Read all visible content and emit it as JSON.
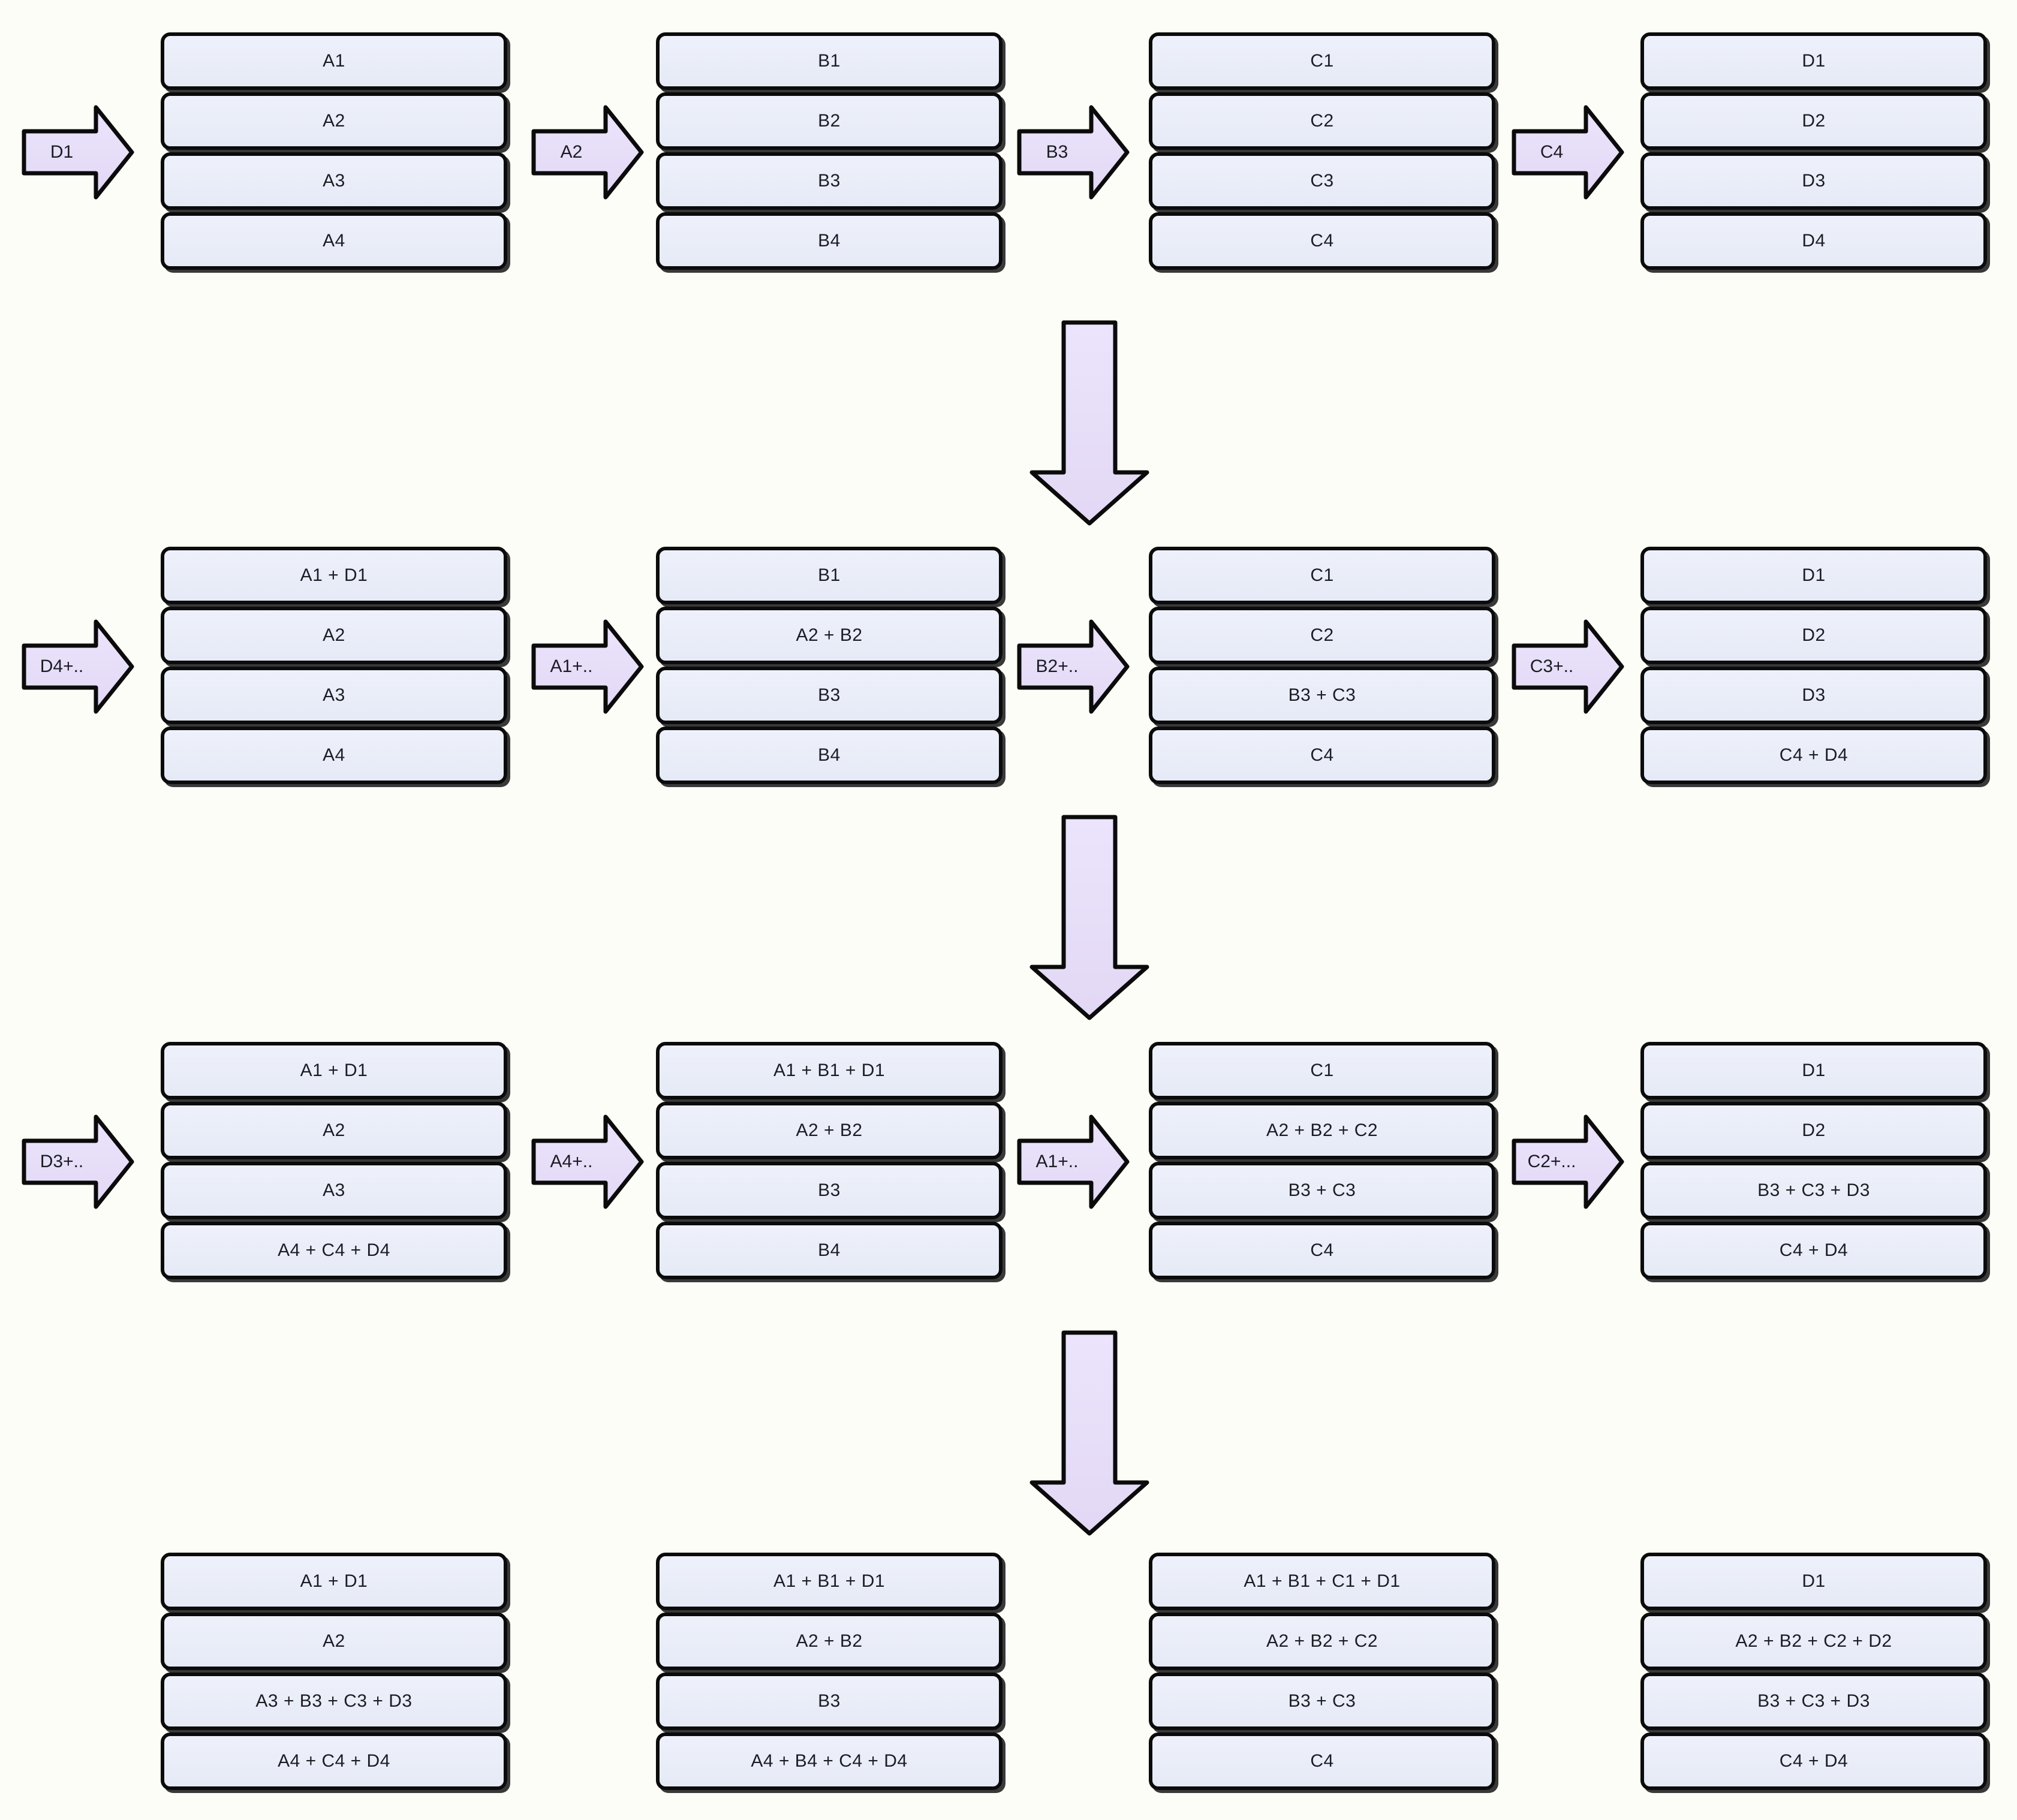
{
  "theme": {
    "bg": "#fdfdf7",
    "box1": "#eef1fb",
    "box2": "#e5eaf6",
    "arr1": "#ece4fc",
    "arr2": "#e2d8f5",
    "ink": "#0b0b0b",
    "text": "#1c1c24"
  },
  "stages": [
    {
      "arrows": [
        "D1",
        "A2",
        "B3",
        "C4"
      ],
      "machines": [
        {
          "cells": [
            "A1",
            "A2",
            "A3",
            "A4"
          ]
        },
        {
          "cells": [
            "B1",
            "B2",
            "B3",
            "B4"
          ]
        },
        {
          "cells": [
            "C1",
            "C2",
            "C3",
            "C4"
          ]
        },
        {
          "cells": [
            "D1",
            "D2",
            "D3",
            "D4"
          ]
        }
      ]
    },
    {
      "arrows": [
        "D4+..",
        "A1+..",
        "B2+..",
        "C3+.."
      ],
      "machines": [
        {
          "cells": [
            "A1 + D1",
            "A2",
            "A3",
            "A4"
          ]
        },
        {
          "cells": [
            "B1",
            "A2 + B2",
            "B3",
            "B4"
          ]
        },
        {
          "cells": [
            "C1",
            "C2",
            "B3 + C3",
            "C4"
          ]
        },
        {
          "cells": [
            "D1",
            "D2",
            "D3",
            "C4 + D4"
          ]
        }
      ]
    },
    {
      "arrows": [
        "D3+..",
        "A4+..",
        "A1+..",
        "C2+..."
      ],
      "machines": [
        {
          "cells": [
            "A1 + D1",
            "A2",
            "A3",
            "A4 + C4 + D4"
          ]
        },
        {
          "cells": [
            "A1 + B1 + D1",
            "A2 + B2",
            "B3",
            "B4"
          ]
        },
        {
          "cells": [
            "C1",
            "A2 + B2 + C2",
            "B3 + C3",
            "C4"
          ]
        },
        {
          "cells": [
            "D1",
            "D2",
            "B3 + C3 + D3",
            "C4 + D4"
          ]
        }
      ]
    },
    {
      "arrows": [],
      "machines": [
        {
          "cells": [
            "A1 + D1",
            "A2",
            "A3 + B3 + C3 + D3",
            "A4 + C4 + D4"
          ]
        },
        {
          "cells": [
            "A1 + B1 + D1",
            "A2 + B2",
            "B3",
            "A4 + B4 + C4 + D4"
          ]
        },
        {
          "cells": [
            "A1 + B1 + C1 + D1",
            "A2 + B2 + C2",
            "B3 + C3",
            "C4"
          ]
        },
        {
          "cells": [
            "D1",
            "A2 + B2 + C2 + D2",
            "B3 + C3 + D3",
            "C4 + D4"
          ]
        }
      ]
    }
  ]
}
